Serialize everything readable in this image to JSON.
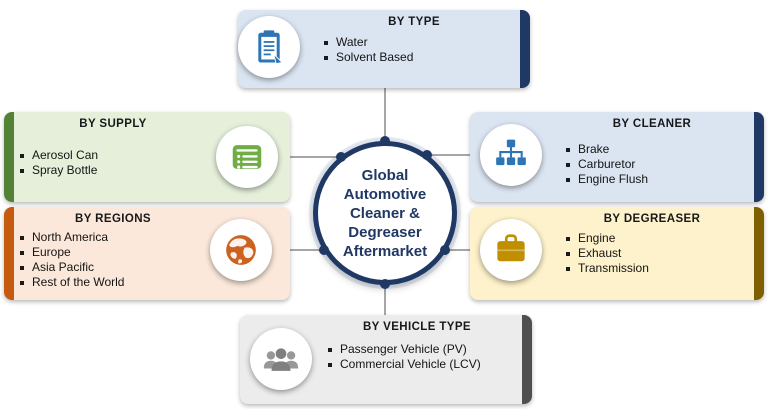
{
  "center": {
    "title": "Global Automotive Cleaner & Degreaser Aftermarket",
    "lines": [
      "Global",
      "Automotive",
      "Cleaner &",
      "Degreaser",
      "Aftermarket"
    ]
  },
  "colors": {
    "navy": "#1f3864",
    "connector_line": "#a6a6a6"
  },
  "categories": {
    "type": {
      "title": "BY TYPE",
      "items": [
        "Water",
        "Solvent Based"
      ],
      "icon": "clipboard-icon",
      "bg": "#dbe5f2",
      "accent": "#1f3864",
      "icon_color": "#2e75b6"
    },
    "supply": {
      "title": "BY SUPPLY",
      "items": [
        "Aerosol Can",
        "Spray Bottle"
      ],
      "icon": "list-icon",
      "bg": "#e5efda",
      "accent": "#538135",
      "icon_color": "#70ad47"
    },
    "regions": {
      "title": "BY REGIONS",
      "items": [
        "North America",
        "Europe",
        "Asia Pacific",
        "Rest of the World"
      ],
      "icon": "globe-icon",
      "bg": "#fbe8da",
      "accent": "#c55a11",
      "icon_color": "#cc6120"
    },
    "cleaner": {
      "title": "BY CLEANER",
      "items": [
        "Brake",
        "Carburetor",
        "Engine Flush"
      ],
      "icon": "sitemap-icon",
      "bg": "#dbe5f2",
      "accent": "#1f3864",
      "icon_color": "#2e75b6"
    },
    "degreaser": {
      "title": "BY DEGREASER",
      "items": [
        "Engine",
        "Exhaust",
        "Transmission"
      ],
      "icon": "briefcase-icon",
      "bg": "#fdf2cb",
      "accent": "#7f6000",
      "icon_color": "#bf8f00"
    },
    "vehicle": {
      "title": "BY VEHICLE TYPE",
      "items": [
        "Passenger Vehicle (PV)",
        "Commercial Vehicle (LCV)"
      ],
      "icon": "people-icon",
      "bg": "#ececec",
      "accent": "#4f4f4f",
      "icon_color": "#7f7f7f"
    }
  }
}
